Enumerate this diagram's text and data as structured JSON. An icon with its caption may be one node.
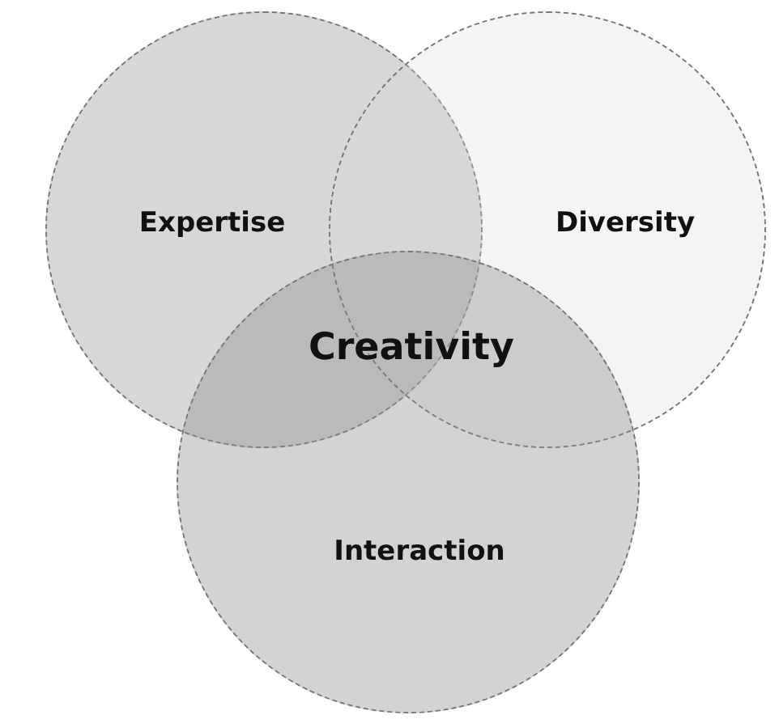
{
  "diagram": {
    "nodes": [
      {
        "text": [
          "Expertise"
        ]
      },
      {
        "text": [
          "Diversity"
        ]
      },
      {
        "text": [
          "Interaction"
        ]
      }
    ],
    "edges": [],
    "labels": [
      "Creativity"
    ]
  }
}
